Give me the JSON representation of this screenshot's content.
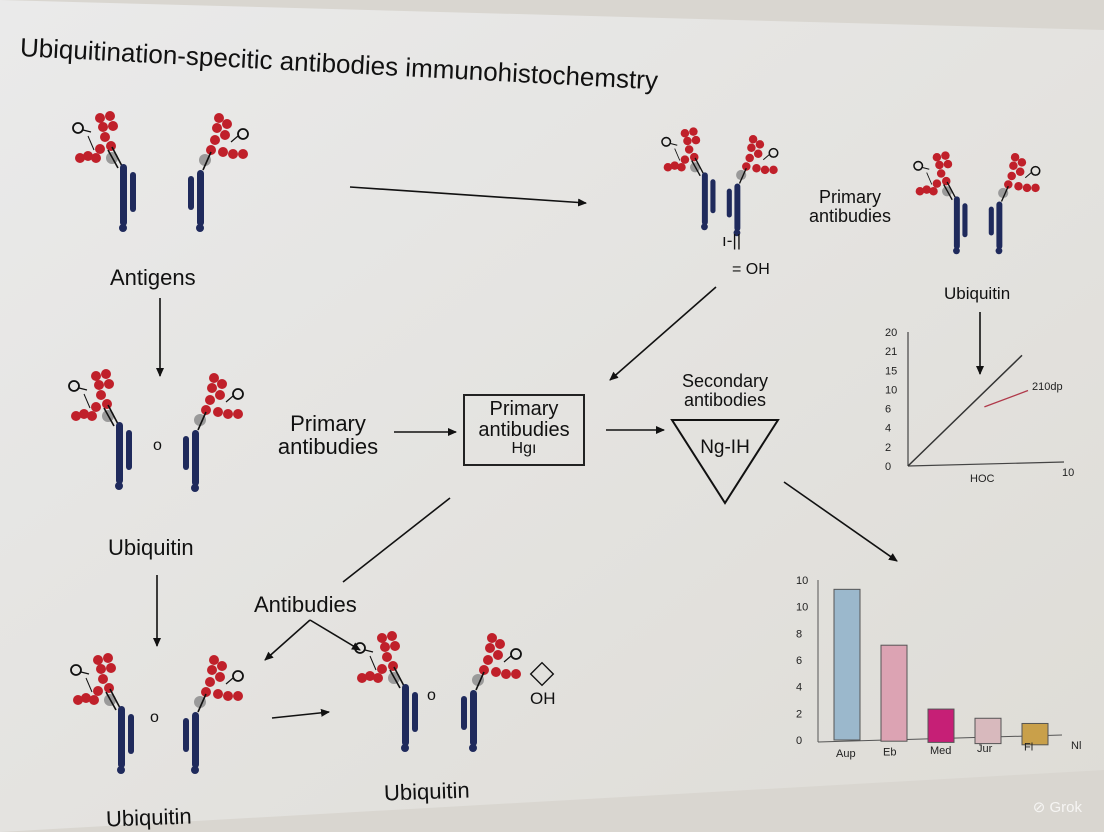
{
  "diagram": {
    "title": "Ubiquitination-specitic antibodies immunohistochemstry",
    "labels": {
      "antigens": "Antigens",
      "ubiquitin_left_mid": "Ubiquitin",
      "ubiquitin_left_bottom": "Ubiquitin",
      "ubiquitin_bottom_center": "Ubiquitin",
      "ubiquitin_top_right": "Ubiquitin",
      "primary_antibodies_mid_l1": "Primary",
      "primary_antibodies_mid_l2": "antibudies",
      "primary_box_l1": "Primary",
      "primary_box_l2": "antibudies",
      "primary_box_l3": "Hgı",
      "primary_top_right_l1": "Primary",
      "primary_top_right_l2": "antibudies",
      "secondary_l1": "Secondary",
      "secondary_l2": "antibodies",
      "triangle_text": "Ng-IH",
      "antibudies_bottom": "Antibudies",
      "top_center_symbol": "ı-||",
      "top_center_oh": "= OH",
      "bottom_oh": "OH",
      "small_o": "o"
    }
  },
  "chart_data": [
    {
      "type": "line",
      "x_axis_label": "HOC",
      "y_ticks": [
        "0",
        "2",
        "4",
        "6",
        "10",
        "15",
        "21",
        "20"
      ],
      "x_tick_end": "10",
      "series_label": "210dp",
      "series": [
        {
          "x": [
            0,
            10
          ],
          "y": [
            0,
            21
          ]
        },
        {
          "x": [
            6,
            10
          ],
          "y": [
            13,
            15
          ]
        }
      ],
      "xlim": [
        0,
        10
      ],
      "ylim": [
        0,
        20
      ],
      "colors": {
        "main": "#333333",
        "secondary": "#b0394a"
      }
    },
    {
      "type": "bar",
      "categories": [
        "Aup",
        "Eb",
        "Med",
        "Jur",
        "Fl",
        "Nl"
      ],
      "values": [
        11.3,
        7.2,
        2.5,
        1.9,
        1.6,
        null
      ],
      "y_ticks": [
        0,
        2,
        4,
        6,
        8,
        10,
        10
      ],
      "ylim": [
        0,
        12
      ],
      "colors": [
        "#9bb8cc",
        "#dca3b3",
        "#c61f76",
        "#d8b9bd",
        "#c9a04a"
      ]
    }
  ],
  "watermark": "Grok",
  "colors": {
    "ring": "#c0202a",
    "chain": "#1f2a5c",
    "node": "#9a9a9a"
  }
}
